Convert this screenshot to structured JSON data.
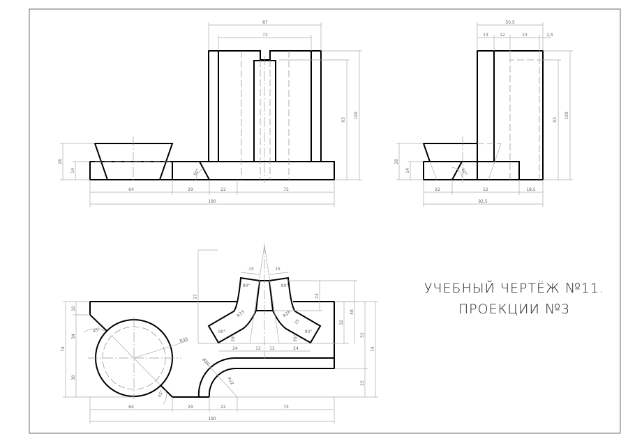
{
  "title": {
    "line1": "УЧЕБНЫЙ ЧЕРТЁЖ №11.",
    "line2": "ПРОЕКЦИИ №3"
  },
  "front_view": {
    "dims": {
      "w87": "87",
      "w72": "72",
      "h93": "93",
      "h100": "100",
      "h28": "28",
      "h14": "14",
      "angle": "60°",
      "b64": "64",
      "b29": "29",
      "b22": "22",
      "b75": "75",
      "b190": "190"
    }
  },
  "side_view": {
    "dims": {
      "w50_5": "50,5",
      "w13": "13",
      "w12": "12",
      "w23": "23",
      "w2_5": "2,5",
      "h93": "93",
      "h100": "100",
      "h28": "28",
      "h14": "14",
      "angle": "60°",
      "b22": "22",
      "b52": "52",
      "b18_5": "18,5",
      "b92_5": "92,5"
    }
  },
  "top_view": {
    "dims": {
      "w15a": "15",
      "w15b": "15",
      "a90a": "90°",
      "a90b": "90°",
      "a90c": "90°",
      "a90d": "90°",
      "a30a": "30°",
      "a30b": "30°",
      "h23": "23",
      "h32": "32",
      "h48": "48",
      "h52": "52",
      "h74r": "74",
      "h37": "37",
      "h10": "10",
      "h34": "34",
      "h30": "30",
      "h74l": "74",
      "h22": "22",
      "r33": "R33",
      "r28": "R28",
      "l35": "35",
      "r30a": "R30",
      "r30b": "R30",
      "r22": "R22",
      "a45a": "45°",
      "a45b": "45°",
      "s24a": "24",
      "s12a": "12",
      "s12b": "12",
      "s24b": "24",
      "b64": "64",
      "b29": "29",
      "b22": "22",
      "b75": "75",
      "b190": "190"
    }
  }
}
